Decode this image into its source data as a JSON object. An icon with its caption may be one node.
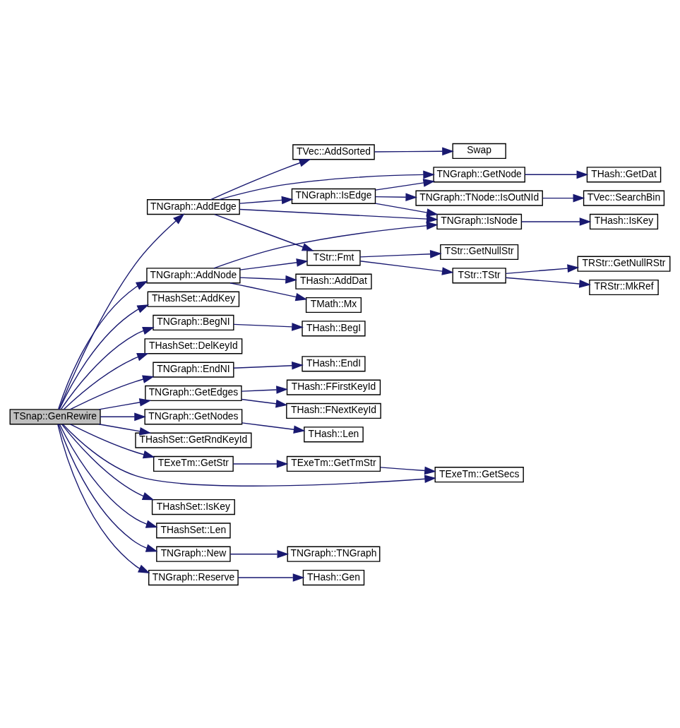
{
  "diagram": {
    "nodes": [
      {
        "text": [
          "TSnap::GenRewire"
        ]
      },
      {
        "text": [
          "TNGraph::AddEdge"
        ]
      },
      {
        "text": [
          "TNGraph::AddNode"
        ]
      },
      {
        "text": [
          "THashSet::AddKey"
        ]
      },
      {
        "text": [
          "TNGraph::BegNI"
        ]
      },
      {
        "text": [
          "THashSet::DelKeyId"
        ]
      },
      {
        "text": [
          "TNGraph::EndNI"
        ]
      },
      {
        "text": [
          "TNGraph::GetEdges"
        ]
      },
      {
        "text": [
          "TNGraph::GetNodes"
        ]
      },
      {
        "text": [
          "THashSet::GetRndKeyId"
        ]
      },
      {
        "text": [
          "TExeTm::GetStr"
        ]
      },
      {
        "text": [
          "THashSet::IsKey"
        ]
      },
      {
        "text": [
          "THashSet::Len"
        ]
      },
      {
        "text": [
          "TNGraph::New"
        ]
      },
      {
        "text": [
          "TNGraph::Reserve"
        ]
      },
      {
        "text": [
          "TVec::AddSorted"
        ]
      },
      {
        "text": [
          "TNGraph::GetNode"
        ]
      },
      {
        "text": [
          "TNGraph::IsEdge"
        ]
      },
      {
        "text": [
          "TNGraph::IsNode"
        ]
      },
      {
        "text": [
          "TStr::Fmt"
        ]
      },
      {
        "text": [
          "THash::AddDat"
        ]
      },
      {
        "text": [
          "TMath::Mx"
        ]
      },
      {
        "text": [
          "THash::BegI"
        ]
      },
      {
        "text": [
          "THash::EndI"
        ]
      },
      {
        "text": [
          "THash::FNextKeyId"
        ]
      },
      {
        "text": [
          "THash::FFirstKeyId"
        ]
      },
      {
        "text": [
          "THash::Len"
        ]
      },
      {
        "text": [
          "TExeTm::GetTmStr"
        ]
      },
      {
        "text": [
          "TExeTm::GetSecs"
        ]
      },
      {
        "text": [
          "TNGraph::TNGraph"
        ]
      },
      {
        "text": [
          "THash::Gen"
        ]
      },
      {
        "text": [
          "Swap"
        ]
      },
      {
        "text": [
          "THash::GetDat"
        ]
      },
      {
        "text": [
          "TNGraph::TNode::IsOutNId"
        ]
      },
      {
        "text": [
          "TStr::GetNullStr"
        ]
      },
      {
        "text": [
          "TStr::TStr"
        ]
      },
      {
        "text": [
          "TVec::SearchBin"
        ]
      },
      {
        "text": [
          "THash::IsKey"
        ]
      },
      {
        "text": [
          "TRStr::GetNullRStr"
        ]
      },
      {
        "text": [
          "TRStr::MkRef"
        ]
      }
    ],
    "edges": [
      {
        "from": 0,
        "to": 1,
        "arrow": "to"
      },
      {
        "from": 0,
        "to": 2,
        "arrow": "to"
      },
      {
        "from": 0,
        "to": 3,
        "arrow": "to"
      },
      {
        "from": 0,
        "to": 4,
        "arrow": "to"
      },
      {
        "from": 0,
        "to": 5,
        "arrow": "to"
      },
      {
        "from": 0,
        "to": 6,
        "arrow": "to"
      },
      {
        "from": 0,
        "to": 7,
        "arrow": "to"
      },
      {
        "from": 0,
        "to": 8,
        "arrow": "to"
      },
      {
        "from": 0,
        "to": 9,
        "arrow": "to"
      },
      {
        "from": 0,
        "to": 10,
        "arrow": "to"
      },
      {
        "from": 0,
        "to": 28,
        "arrow": "to"
      },
      {
        "from": 0,
        "to": 11,
        "arrow": "to"
      },
      {
        "from": 0,
        "to": 12,
        "arrow": "to"
      },
      {
        "from": 0,
        "to": 13,
        "arrow": "to"
      },
      {
        "from": 0,
        "to": 14,
        "arrow": "to"
      },
      {
        "from": 1,
        "to": 15,
        "arrow": "to"
      },
      {
        "from": 1,
        "to": 16,
        "arrow": "to"
      },
      {
        "from": 1,
        "to": 17,
        "arrow": "to"
      },
      {
        "from": 1,
        "to": 18,
        "arrow": "to"
      },
      {
        "from": 1,
        "to": 19,
        "arrow": "to"
      },
      {
        "from": 2,
        "to": 18,
        "arrow": "to"
      },
      {
        "from": 2,
        "to": 19,
        "arrow": "to"
      },
      {
        "from": 2,
        "to": 20,
        "arrow": "to"
      },
      {
        "from": 2,
        "to": 21,
        "arrow": "to"
      },
      {
        "from": 4,
        "to": 22,
        "arrow": "to"
      },
      {
        "from": 6,
        "to": 23,
        "arrow": "to"
      },
      {
        "from": 7,
        "to": 24,
        "arrow": "to"
      },
      {
        "from": 7,
        "to": 25,
        "arrow": "to"
      },
      {
        "from": 8,
        "to": 26,
        "arrow": "to"
      },
      {
        "from": 10,
        "to": 27,
        "arrow": "to"
      },
      {
        "from": 13,
        "to": 29,
        "arrow": "to"
      },
      {
        "from": 14,
        "to": 30,
        "arrow": "to"
      },
      {
        "from": 15,
        "to": 31,
        "arrow": "to"
      },
      {
        "from": 16,
        "to": 32,
        "arrow": "to"
      },
      {
        "from": 17,
        "to": 16,
        "arrow": "to"
      },
      {
        "from": 17,
        "to": 33,
        "arrow": "to"
      },
      {
        "from": 17,
        "to": 18,
        "arrow": "to"
      },
      {
        "from": 18,
        "to": 37,
        "arrow": "to"
      },
      {
        "from": 19,
        "to": 34,
        "arrow": "to"
      },
      {
        "from": 19,
        "to": 35,
        "arrow": "to"
      },
      {
        "from": 27,
        "to": 28,
        "arrow": "to"
      },
      {
        "from": 33,
        "to": 36,
        "arrow": "to"
      },
      {
        "from": 35,
        "to": 38,
        "arrow": "to"
      },
      {
        "from": 35,
        "to": 39,
        "arrow": "to"
      }
    ]
  }
}
